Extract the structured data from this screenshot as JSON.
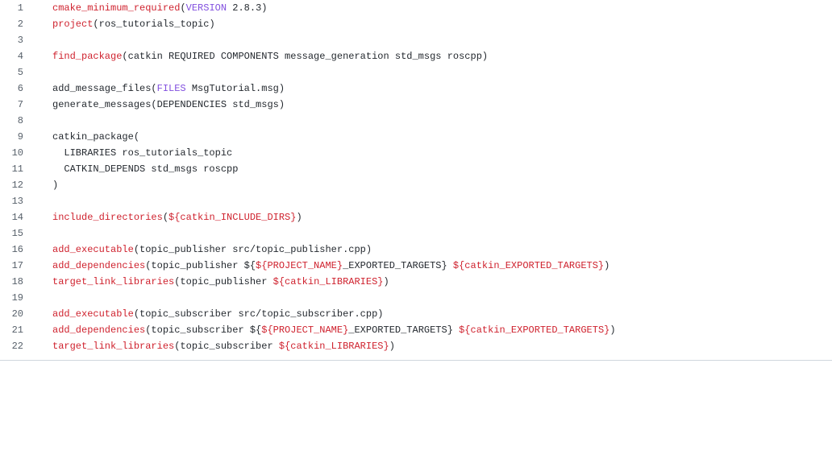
{
  "colors": {
    "function": "#cf222e",
    "keyword": "#8250df",
    "variable": "#cf222e",
    "text": "#24292f",
    "line_number": "#57606a"
  },
  "code": {
    "language": "cmake",
    "lines": [
      {
        "number": "1",
        "tokens": [
          {
            "t": "fn",
            "v": "cmake_minimum_required"
          },
          {
            "t": "plain",
            "v": "("
          },
          {
            "t": "kw",
            "v": "VERSION"
          },
          {
            "t": "plain",
            "v": " 2.8.3)"
          }
        ]
      },
      {
        "number": "2",
        "tokens": [
          {
            "t": "fn",
            "v": "project"
          },
          {
            "t": "plain",
            "v": "(ros_tutorials_topic)"
          }
        ]
      },
      {
        "number": "3",
        "tokens": []
      },
      {
        "number": "4",
        "tokens": [
          {
            "t": "fn",
            "v": "find_package"
          },
          {
            "t": "plain",
            "v": "(catkin REQUIRED COMPONENTS message_generation std_msgs roscpp)"
          }
        ]
      },
      {
        "number": "5",
        "tokens": []
      },
      {
        "number": "6",
        "tokens": [
          {
            "t": "plain",
            "v": "add_message_files("
          },
          {
            "t": "kw",
            "v": "FILES"
          },
          {
            "t": "plain",
            "v": " MsgTutorial.msg)"
          }
        ]
      },
      {
        "number": "7",
        "tokens": [
          {
            "t": "plain",
            "v": "generate_messages(DEPENDENCIES std_msgs)"
          }
        ]
      },
      {
        "number": "8",
        "tokens": []
      },
      {
        "number": "9",
        "tokens": [
          {
            "t": "plain",
            "v": "catkin_package("
          }
        ]
      },
      {
        "number": "10",
        "tokens": [
          {
            "t": "plain",
            "v": "  LIBRARIES ros_tutorials_topic"
          }
        ]
      },
      {
        "number": "11",
        "tokens": [
          {
            "t": "plain",
            "v": "  CATKIN_DEPENDS std_msgs roscpp"
          }
        ]
      },
      {
        "number": "12",
        "tokens": [
          {
            "t": "plain",
            "v": ")"
          }
        ]
      },
      {
        "number": "13",
        "tokens": []
      },
      {
        "number": "14",
        "tokens": [
          {
            "t": "fn",
            "v": "include_directories"
          },
          {
            "t": "plain",
            "v": "("
          },
          {
            "t": "var",
            "v": "${catkin_INCLUDE_DIRS}"
          },
          {
            "t": "plain",
            "v": ")"
          }
        ]
      },
      {
        "number": "15",
        "tokens": []
      },
      {
        "number": "16",
        "tokens": [
          {
            "t": "fn",
            "v": "add_executable"
          },
          {
            "t": "plain",
            "v": "(topic_publisher src/topic_publisher.cpp)"
          }
        ]
      },
      {
        "number": "17",
        "tokens": [
          {
            "t": "fn",
            "v": "add_dependencies"
          },
          {
            "t": "plain",
            "v": "(topic_publisher ${"
          },
          {
            "t": "var",
            "v": "${PROJECT_NAME}"
          },
          {
            "t": "plain",
            "v": "_EXPORTED_TARGETS} "
          },
          {
            "t": "var",
            "v": "${catkin_EXPORTED_TARGETS}"
          },
          {
            "t": "plain",
            "v": ")"
          }
        ]
      },
      {
        "number": "18",
        "tokens": [
          {
            "t": "fn",
            "v": "target_link_libraries"
          },
          {
            "t": "plain",
            "v": "(topic_publisher "
          },
          {
            "t": "var",
            "v": "${catkin_LIBRARIES}"
          },
          {
            "t": "plain",
            "v": ")"
          }
        ]
      },
      {
        "number": "19",
        "tokens": []
      },
      {
        "number": "20",
        "tokens": [
          {
            "t": "fn",
            "v": "add_executable"
          },
          {
            "t": "plain",
            "v": "(topic_subscriber src/topic_subscriber.cpp)"
          }
        ]
      },
      {
        "number": "21",
        "tokens": [
          {
            "t": "fn",
            "v": "add_dependencies"
          },
          {
            "t": "plain",
            "v": "(topic_subscriber ${"
          },
          {
            "t": "var",
            "v": "${PROJECT_NAME}"
          },
          {
            "t": "plain",
            "v": "_EXPORTED_TARGETS} "
          },
          {
            "t": "var",
            "v": "${catkin_EXPORTED_TARGETS}"
          },
          {
            "t": "plain",
            "v": ")"
          }
        ]
      },
      {
        "number": "22",
        "tokens": [
          {
            "t": "fn",
            "v": "target_link_libraries"
          },
          {
            "t": "plain",
            "v": "(topic_subscriber "
          },
          {
            "t": "var",
            "v": "${catkin_LIBRARIES}"
          },
          {
            "t": "plain",
            "v": ")"
          }
        ]
      }
    ]
  }
}
